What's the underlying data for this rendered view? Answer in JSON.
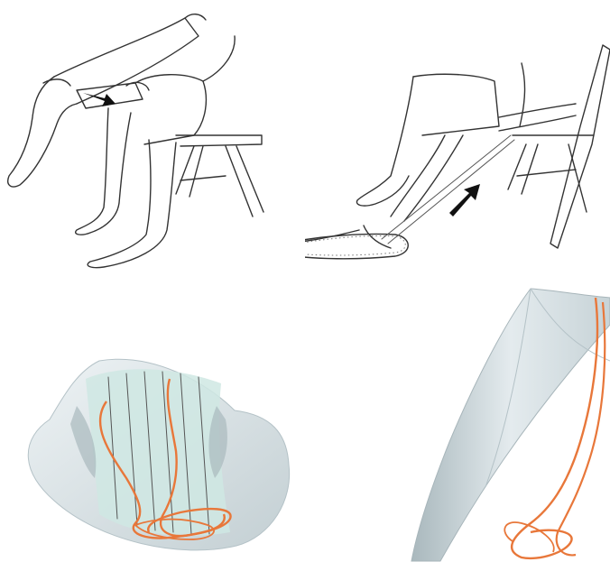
{
  "colors": {
    "background": "#ffffff",
    "line_art": "#333333",
    "aid_fabric_light": "#dfe7ea",
    "aid_fabric_shade": "#b9c6cb",
    "aid_inner_panel": "#cfe8e3",
    "cord": "#e8773a",
    "arrow": "#111111"
  },
  "panels": [
    {
      "icon": "seated-person-placing-sock-on-aid-illustration"
    },
    {
      "icon": "seated-person-pulling-sock-with-straps-illustration"
    },
    {
      "icon": "sock-aid-flat-with-orange-cord-photo"
    },
    {
      "icon": "sock-aid-rolled-with-orange-cord-photo"
    }
  ]
}
